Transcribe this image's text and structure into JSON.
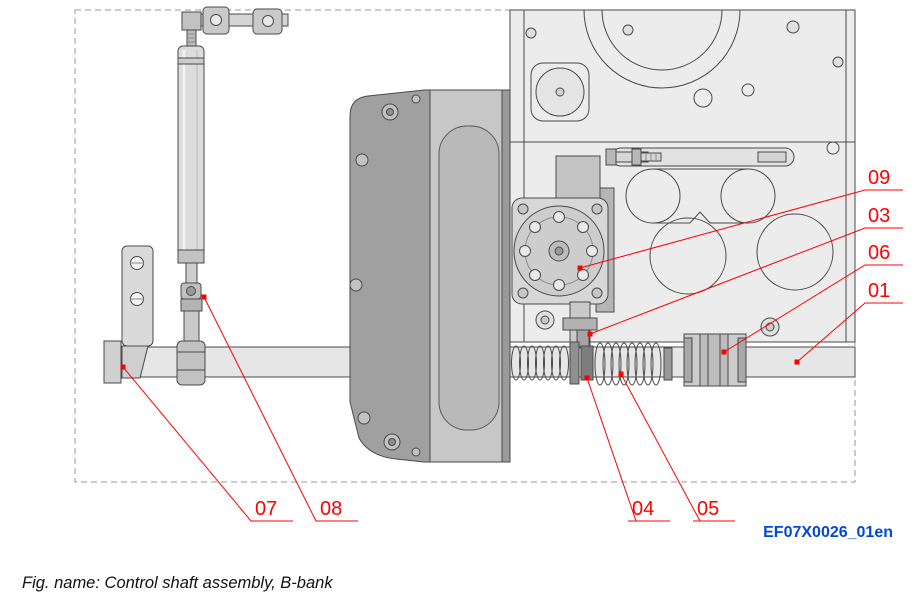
{
  "figure": {
    "caption": "Fig. name: Control shaft assembly, B-bank",
    "drawing_code": "EF07X0026_01en"
  },
  "callouts": {
    "c09": "09",
    "c03": "03",
    "c06": "06",
    "c01": "01",
    "c07": "07",
    "c08": "08",
    "c04": "04",
    "c05": "05"
  },
  "colors": {
    "callout": "#ff0000",
    "drawing_code": "#0049d8",
    "caption": "#111111",
    "drawing_line": "#4a4a4a"
  }
}
